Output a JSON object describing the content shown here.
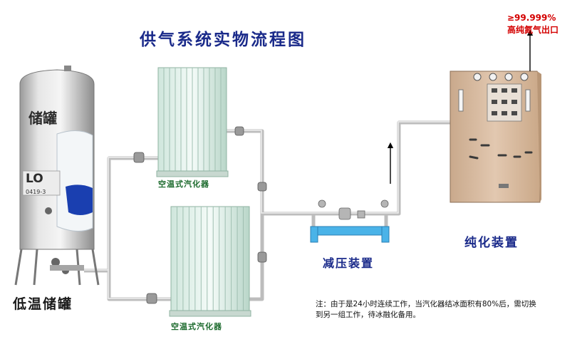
{
  "title": "供气系统实物流程图",
  "tank": {
    "name": "储罐",
    "label": "低温储罐",
    "plate_text": "LO",
    "serial": "0419-3"
  },
  "vaporizers": [
    {
      "label": "空温式汽化器"
    },
    {
      "label": "空温式汽化器"
    }
  ],
  "regulator": {
    "label": "减压装置"
  },
  "purifier": {
    "label": "纯化装置"
  },
  "outlet": {
    "purity": "≥99.999%",
    "label": "高纯氮气出口"
  },
  "note": "注：由于是24小时连续工作，当汽化器结冰面积有80%后，需切换到另一组工作，待冰融化备用。",
  "colors": {
    "title": "#1a2a8a",
    "label_green": "#1d6b2e",
    "outlet_red": "#d40000",
    "pipe": "#c9c9c9",
    "cabinet": "#dbbfa4",
    "frame_blue": "#4ab3e8",
    "liquid_blue": "#1a3fb0"
  }
}
